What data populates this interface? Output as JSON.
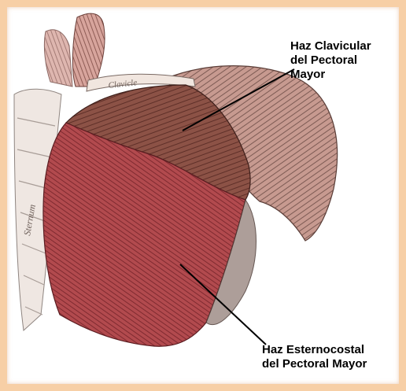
{
  "labels": {
    "clavicular": [
      "Haz Clavicular",
      "del Pectoral",
      "Mayor"
    ],
    "sternocostal": [
      "Haz Esternocostal",
      "del Pectoral Mayor"
    ]
  },
  "bone_labels": {
    "clavicle": "Clavicle",
    "sternum": "Sternum"
  },
  "colors": {
    "frame": "#f7cfa6",
    "clavicular_head": "#8c5246",
    "sternocostal_head": "#b24a4e",
    "deltoid": "#c79a90",
    "leader_line": "#000000"
  }
}
